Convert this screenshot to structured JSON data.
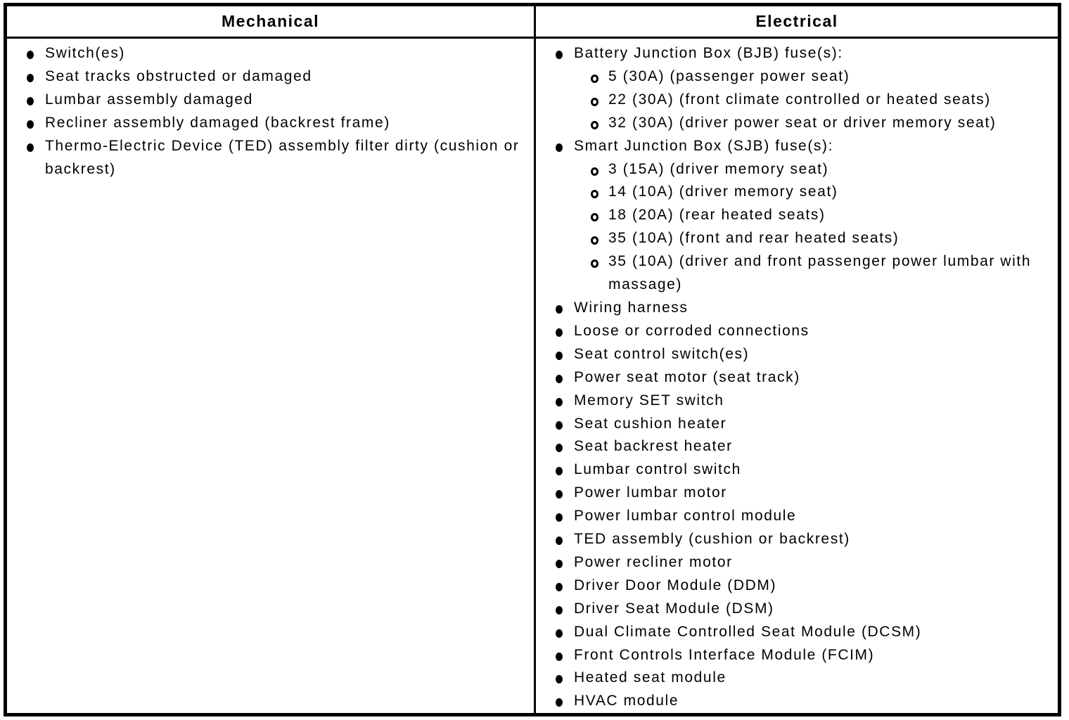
{
  "colors": {
    "border": "#000000",
    "background": "#ffffff",
    "text": "#000000"
  },
  "table": {
    "columns": [
      {
        "header": "Mechanical",
        "items": [
          {
            "level": 1,
            "text": "Switch(es)"
          },
          {
            "level": 1,
            "text": "Seat tracks obstructed or damaged"
          },
          {
            "level": 1,
            "text": "Lumbar assembly damaged"
          },
          {
            "level": 1,
            "text": "Recliner assembly damaged (backrest frame)"
          },
          {
            "level": 1,
            "text": "Thermo-Electric Device (TED) assembly filter dirty (cushion or backrest)"
          }
        ]
      },
      {
        "header": "Electrical",
        "items": [
          {
            "level": 1,
            "text": "Battery Junction Box (BJB) fuse(s):"
          },
          {
            "level": 2,
            "text": "5 (30A) (passenger power seat)"
          },
          {
            "level": 2,
            "text": "22 (30A) (front climate controlled or heated seats)"
          },
          {
            "level": 2,
            "text": "32 (30A) (driver power seat or driver memory seat)"
          },
          {
            "level": 1,
            "text": "Smart Junction Box (SJB) fuse(s):"
          },
          {
            "level": 2,
            "text": "3 (15A) (driver memory seat)"
          },
          {
            "level": 2,
            "text": "14 (10A) (driver memory seat)"
          },
          {
            "level": 2,
            "text": "18 (20A) (rear heated seats)"
          },
          {
            "level": 2,
            "text": "35 (10A) (front and rear heated seats)"
          },
          {
            "level": 2,
            "text": "35 (10A) (driver and front passenger power lumbar with massage)"
          },
          {
            "level": 1,
            "text": "Wiring harness"
          },
          {
            "level": 1,
            "text": "Loose or corroded connections"
          },
          {
            "level": 1,
            "text": "Seat control switch(es)"
          },
          {
            "level": 1,
            "text": "Power seat motor (seat track)"
          },
          {
            "level": 1,
            "text": "Memory SET switch"
          },
          {
            "level": 1,
            "text": "Seat cushion heater"
          },
          {
            "level": 1,
            "text": "Seat backrest heater"
          },
          {
            "level": 1,
            "text": "Lumbar control switch"
          },
          {
            "level": 1,
            "text": "Power lumbar motor"
          },
          {
            "level": 1,
            "text": "Power lumbar control module"
          },
          {
            "level": 1,
            "text": "TED assembly (cushion or backrest)"
          },
          {
            "level": 1,
            "text": "Power recliner motor"
          },
          {
            "level": 1,
            "text": "Driver Door Module (DDM)"
          },
          {
            "level": 1,
            "text": "Driver Seat Module (DSM)"
          },
          {
            "level": 1,
            "text": "Dual Climate Controlled Seat Module (DCSM)"
          },
          {
            "level": 1,
            "text": "Front Controls Interface Module (FCIM)"
          },
          {
            "level": 1,
            "text": "Heated seat module"
          },
          {
            "level": 1,
            "text": "HVAC module"
          }
        ]
      }
    ]
  }
}
